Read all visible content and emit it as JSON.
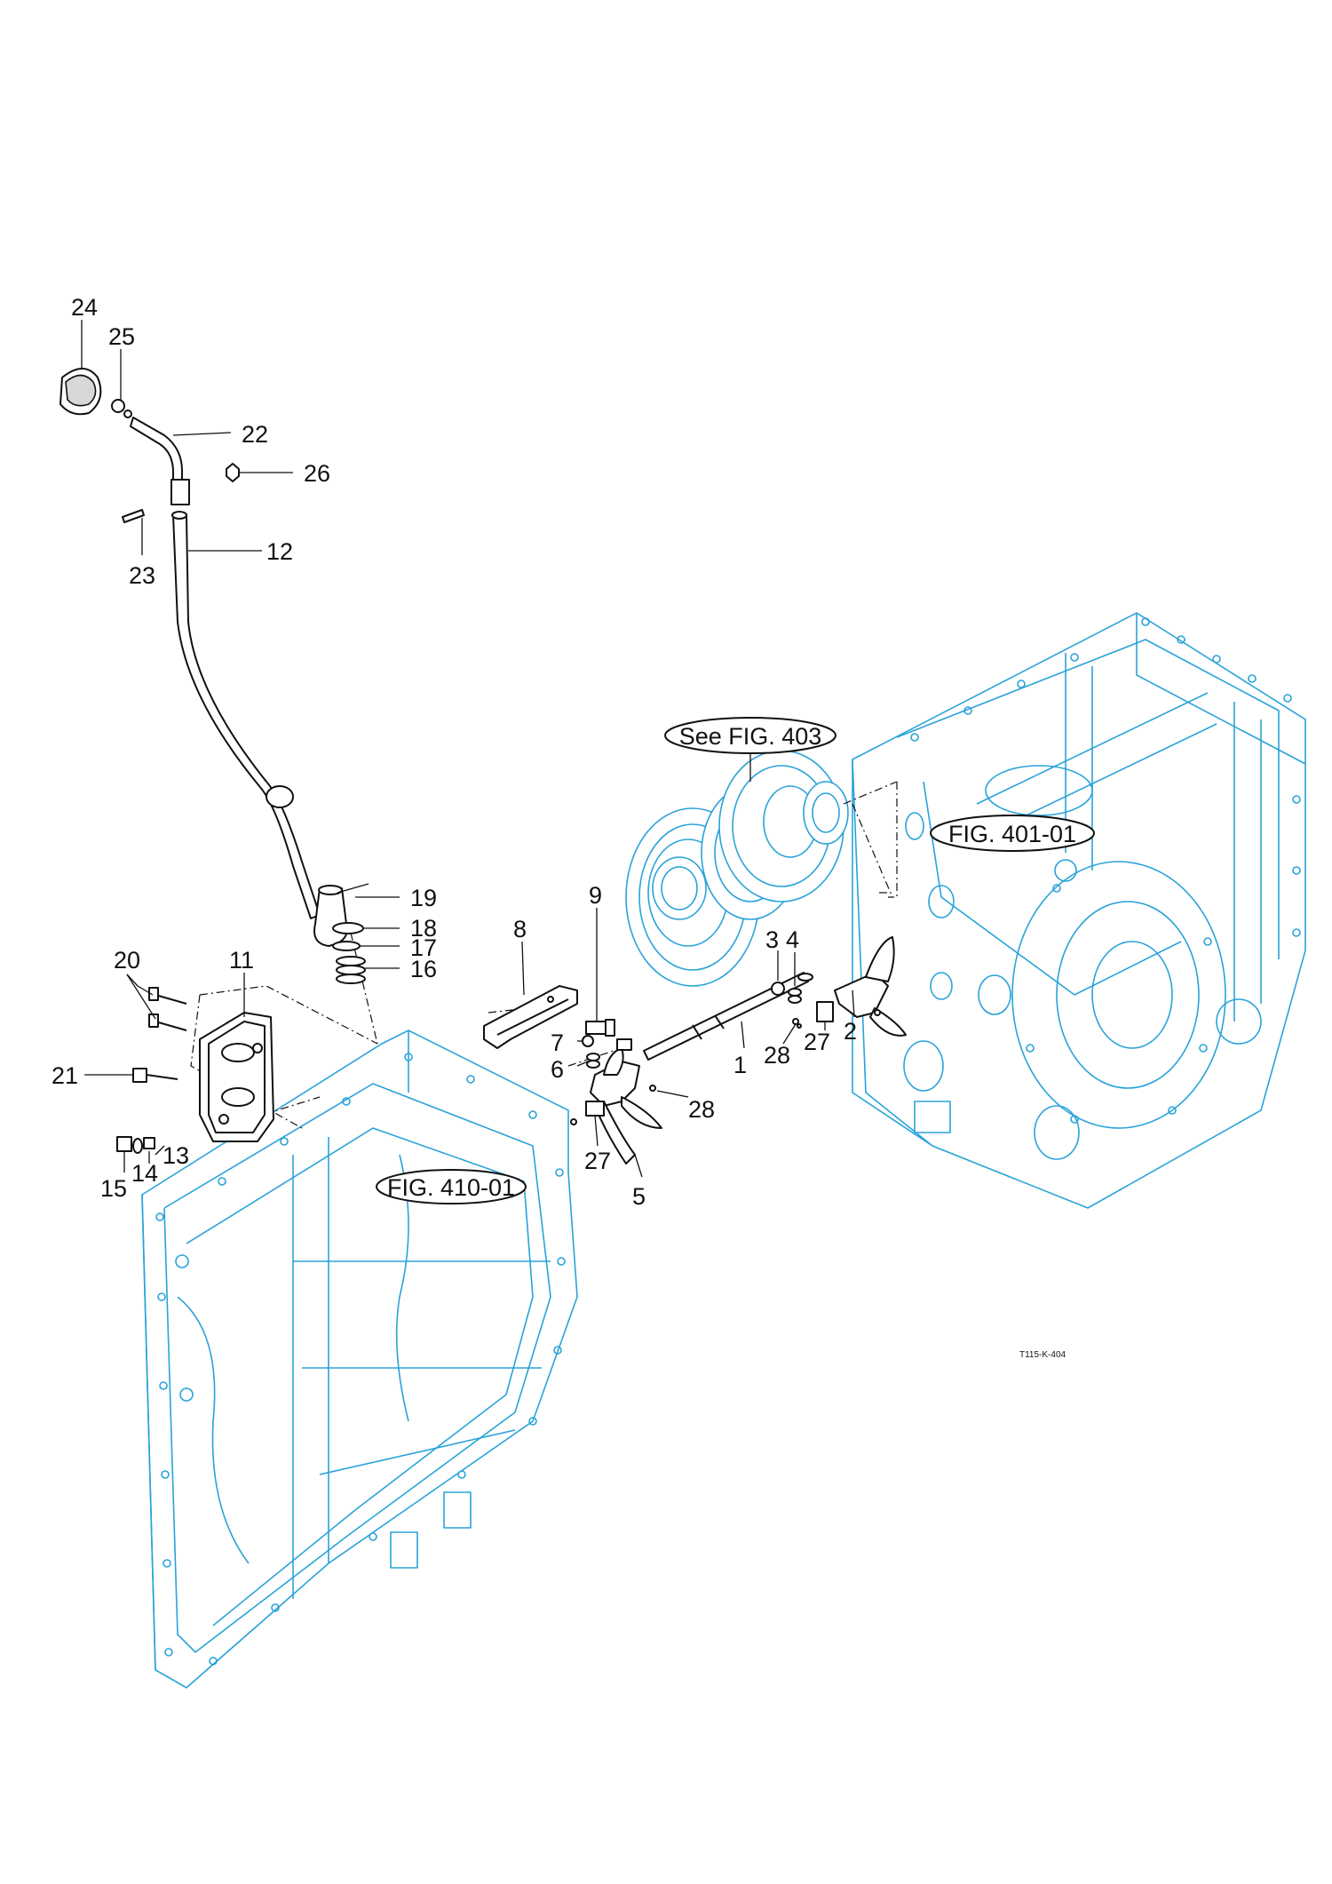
{
  "callouts": {
    "c1": "1",
    "c2": "2",
    "c3": "3",
    "c4": "4",
    "c5": "5",
    "c6": "6",
    "c7": "7",
    "c8": "8",
    "c9": "9",
    "c11": "11",
    "c12": "12",
    "c13": "13",
    "c14": "14",
    "c15": "15",
    "c16": "16",
    "c17": "17",
    "c18": "18",
    "c19": "19",
    "c20": "20",
    "c21": "21",
    "c22": "22",
    "c23": "23",
    "c24": "24",
    "c25": "25",
    "c26": "26",
    "c27a": "27",
    "c27b": "27",
    "c28a": "28",
    "c28b": "28"
  },
  "references": {
    "fig403": "See FIG. 403",
    "fig401": "FIG. 401-01",
    "fig410": "FIG. 410-01"
  },
  "drawing_code": "T115-K-404",
  "colors": {
    "housing": "#29a3d9",
    "ink": "#111111"
  }
}
